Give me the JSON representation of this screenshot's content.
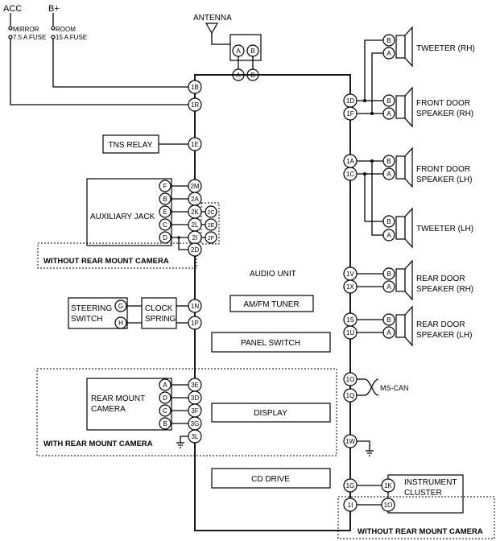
{
  "power": {
    "acc": "ACC",
    "bplus": "B+",
    "mirror": "MIRROR",
    "mirror_fuse": "7.5 A FUSE",
    "room": "ROOM",
    "room_fuse": "15 A FUSE"
  },
  "antenna": {
    "label": "ANTENNA",
    "pin_a": "A",
    "pin_b": "B"
  },
  "audio_unit": {
    "title": "AUDIO UNIT"
  },
  "modules": {
    "tuner": "AM/FM TUNER",
    "panel_switch": "PANEL SWITCH",
    "display": "DISPLAY",
    "cd_drive": "CD DRIVE"
  },
  "tns_relay": "TNS RELAY",
  "aux_jack": {
    "label": "AUXILIARY JACK",
    "pins": [
      "F",
      "B",
      "E",
      "C",
      "D"
    ]
  },
  "steering": {
    "switch_line1": "STEERING",
    "switch_line2": "SWITCH",
    "clock_line1": "CLOCK",
    "clock_line2": "SPRING",
    "pins": [
      "G",
      "H"
    ]
  },
  "camera": {
    "line1": "REAR MOUNT",
    "line2": "CAMERA",
    "pins": [
      "A",
      "D",
      "C",
      "B"
    ],
    "with_label": "WITH REAR MOUNT CAMERA",
    "without_label": "WITHOUT REAR MOUNT CAMERA"
  },
  "left_connectors": {
    "c1B": "1B",
    "c1R": "1R",
    "c1E": "1E",
    "c2M": "2M",
    "c2A": "2A",
    "c2K": "2K",
    "c2L": "2L",
    "c2I": "2I",
    "c2D": "2D",
    "alt2C": "2C",
    "alt2E": "2E",
    "alt2F": "2F",
    "c1N": "1N",
    "c1P": "1P",
    "c3E": "3E",
    "c3D": "3D",
    "c3F": "3F",
    "c3G": "3G",
    "c3L": "3L"
  },
  "right_connectors": {
    "c1D": "1D",
    "c1F": "1F",
    "c1A": "1A",
    "c1C": "1C",
    "c1V": "1V",
    "c1X": "1X",
    "c1S": "1S",
    "c1U": "1U",
    "c1O": "1O",
    "c1Q": "1Q",
    "c1W": "1W",
    "c1G": "1G",
    "c1I": "1I"
  },
  "speakers": {
    "tweeter_rh": "TWEETER (RH)",
    "front_rh_1": "FRONT DOOR",
    "front_rh_2": "SPEAKER (RH)",
    "front_lh_1": "FRONT DOOR",
    "front_lh_2": "SPEAKER (LH)",
    "tweeter_lh": "TWEETER (LH)",
    "rear_rh_1": "REAR DOOR",
    "rear_rh_2": "SPEAKER (RH)",
    "rear_lh_1": "REAR DOOR",
    "rear_lh_2": "SPEAKER (LH)",
    "pin_a": "A",
    "pin_b": "B"
  },
  "ms_can": "MS-CAN",
  "instrument": {
    "line1": "INSTRUMENT",
    "line2": "CLUSTER",
    "pin_k": "1K",
    "pin_o": "1O"
  }
}
